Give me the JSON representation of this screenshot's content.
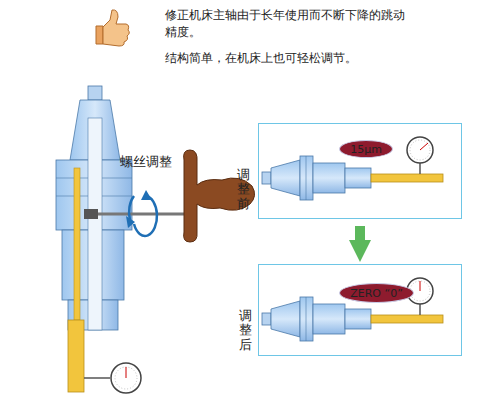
{
  "diagram": {
    "nodes": [
      {
        "text": [
          "调整前"
        ]
      },
      {
        "text": [
          "15μm"
        ],
        "in": 0
      },
      {
        "text": [
          "调整后"
        ]
      },
      {
        "text": [
          "ZERO “0”"
        ],
        "in": 2
      }
    ],
    "edges": [
      {
        "from": 0,
        "to": 2,
        "arrow": "to"
      }
    ],
    "labels": [
      "修正机床主轴由于长年使用而不断下降的跳动精度。",
      "结构简单，在机床上也可轻松调节。",
      "螺丝调整"
    ]
  }
}
